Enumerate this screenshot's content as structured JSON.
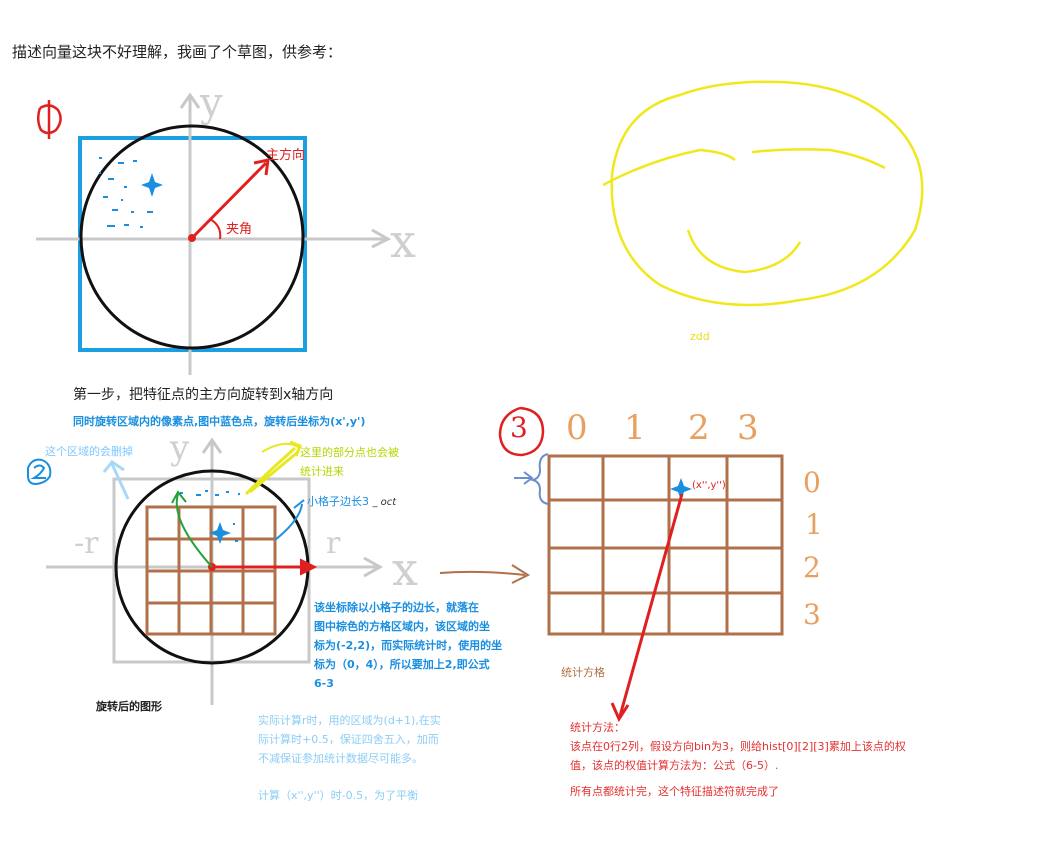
{
  "intro": "描述向量这块不好理解，我画了个草图，供参考：",
  "panel1": {
    "step_number": "①",
    "axis_y": "y",
    "axis_x": "x",
    "main_direction": "主方向",
    "angle": "夹角",
    "step_caption": "第一步，把特征点的主方向旋转到x轴方向",
    "rotate_note": "同时旋转区域内的像素点,图中蓝色点，旋转后坐标为(x',y')"
  },
  "panel2": {
    "step_number": "2",
    "delete_note": "这个区域的会删掉",
    "partial_note_line1": "这里的部分点也会被",
    "partial_note_line2": "统计进来",
    "subcell_label": "小格子边长3",
    "subcell_suffix": "_ oct",
    "axis_neg_r": "-r",
    "axis_r": "r",
    "axis_x": "x",
    "axis_y": "y",
    "coord_note_lines": [
      "该坐标除以小格子的边长，就落在",
      "图中棕色的方格区域内，该区域的坐",
      "标为(-2,2)，而实际统计时，使用的坐",
      "标为（0，4），所以要加上2,即公式",
      "6-3"
    ],
    "rotated_caption": "旋转后的图形",
    "calc_note_lines": [
      "实际计算r时，用的区域为(d+1),在实",
      "际计算时+0.5，保证四舍五入，加而",
      "不减保证参加统计数据尽可能多。"
    ],
    "calc_note2": "计算（x'',y''）时-0.5，为了平衡"
  },
  "face": {
    "signature": "zdd"
  },
  "panel3": {
    "step_number": "3",
    "col_labels": [
      "0",
      "1",
      "2",
      "3"
    ],
    "row_labels": [
      "0",
      "1",
      "2",
      "3"
    ],
    "point_label": "(x'',y'')",
    "grid_label": "统计方格",
    "stat_title": "统计方法：",
    "stat_desc_line1": "该点在0行2列，假设方向bin为3，则给hist[0][2][3]累加上该点的权",
    "stat_desc_line2": "值，该点的权值计算方法为：公式（6-5）.",
    "stat_done": "所有点都统计完，这个特征描述符就完成了"
  },
  "colors": {
    "blue": "#1a8fe0",
    "red": "#e02020",
    "brown": "#b0704a",
    "yellow": "#f0e81c",
    "green": "#22a03a",
    "gray": "#c8c8c8",
    "black": "#111111"
  }
}
